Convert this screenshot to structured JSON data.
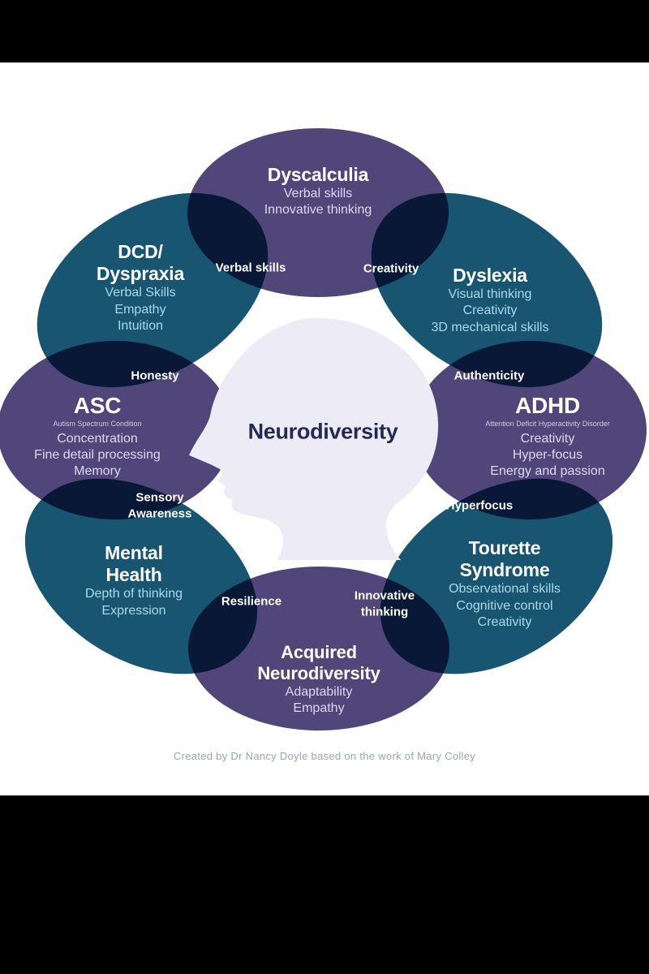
{
  "center": {
    "title": "Neurodiversity"
  },
  "footer": {
    "attribution": "Created by Dr Nancy Doyle based on the work of Mary Colley"
  },
  "colors": {
    "petal_purple": "#50467a",
    "petal_teal": "#175571",
    "overlap_navy": "#14113c",
    "head_fill": "#edecf6",
    "center_text": "#252a52",
    "letterbox": "#000000",
    "attribution_text": "#99a2b6"
  },
  "petals": {
    "dyscalculia": {
      "name": "Dyscalculia",
      "traits": [
        "Verbal skills",
        "Innovative thinking"
      ]
    },
    "dyslexia": {
      "name": "Dyslexia",
      "traits": [
        "Visual thinking",
        "Creativity",
        "3D mechanical skills"
      ]
    },
    "adhd": {
      "name": "ADHD",
      "subtitle": "Attention Deficit Hyperactivity Disorder",
      "traits": [
        "Creativity",
        "Hyper-focus",
        "Energy and passion"
      ]
    },
    "tourette": {
      "name": "Tourette Syndrome",
      "traits": [
        "Observational skills",
        "Cognitive control",
        "Creativity"
      ]
    },
    "acquired": {
      "name": "Acquired Neurodiversity",
      "traits": [
        "Adaptability",
        "Empathy"
      ]
    },
    "mental_health": {
      "name": "Mental Health",
      "traits": [
        "Depth of thinking",
        "Expression"
      ]
    },
    "asc": {
      "name": "ASC",
      "subtitle": "Autism Spectrum Condition",
      "traits": [
        "Concentration",
        "Fine detail processing",
        "Memory"
      ]
    },
    "dcd": {
      "name": "DCD/ Dyspraxia",
      "traits": [
        "Verbal Skills",
        "Empathy",
        "Intuition"
      ]
    }
  },
  "overlaps": {
    "verbal_skills": "Verbal skills",
    "creativity": "Creativity",
    "authenticity": "Authenticity",
    "hyperfocus": "Hyperfocus",
    "innovative_thinking": "Innovative thinking",
    "resilience": "Resilience",
    "sensory_awareness": "Sensory Awareness",
    "honesty": "Honesty"
  }
}
